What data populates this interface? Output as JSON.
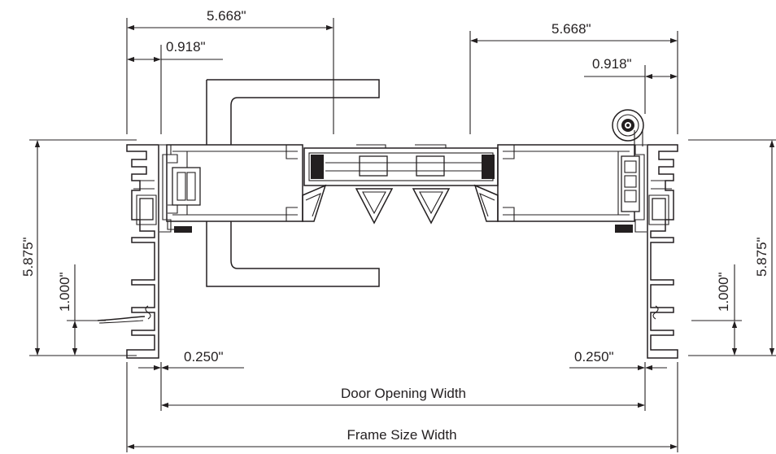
{
  "dimensions": {
    "left_overall": "5.668\"",
    "left_offset": "0.918\"",
    "right_overall": "5.668\"",
    "right_offset": "0.918\"",
    "left_height": "5.875\"",
    "right_height": "5.875\"",
    "left_sill": "1.000\"",
    "right_sill": "1.000\"",
    "left_gap": "0.250\"",
    "right_gap": "0.250\""
  },
  "captions": {
    "door_opening": "Door Opening Width",
    "frame_size": "Frame Size Width"
  },
  "colors": {
    "ink": "#231f20",
    "background": "#ffffff"
  }
}
